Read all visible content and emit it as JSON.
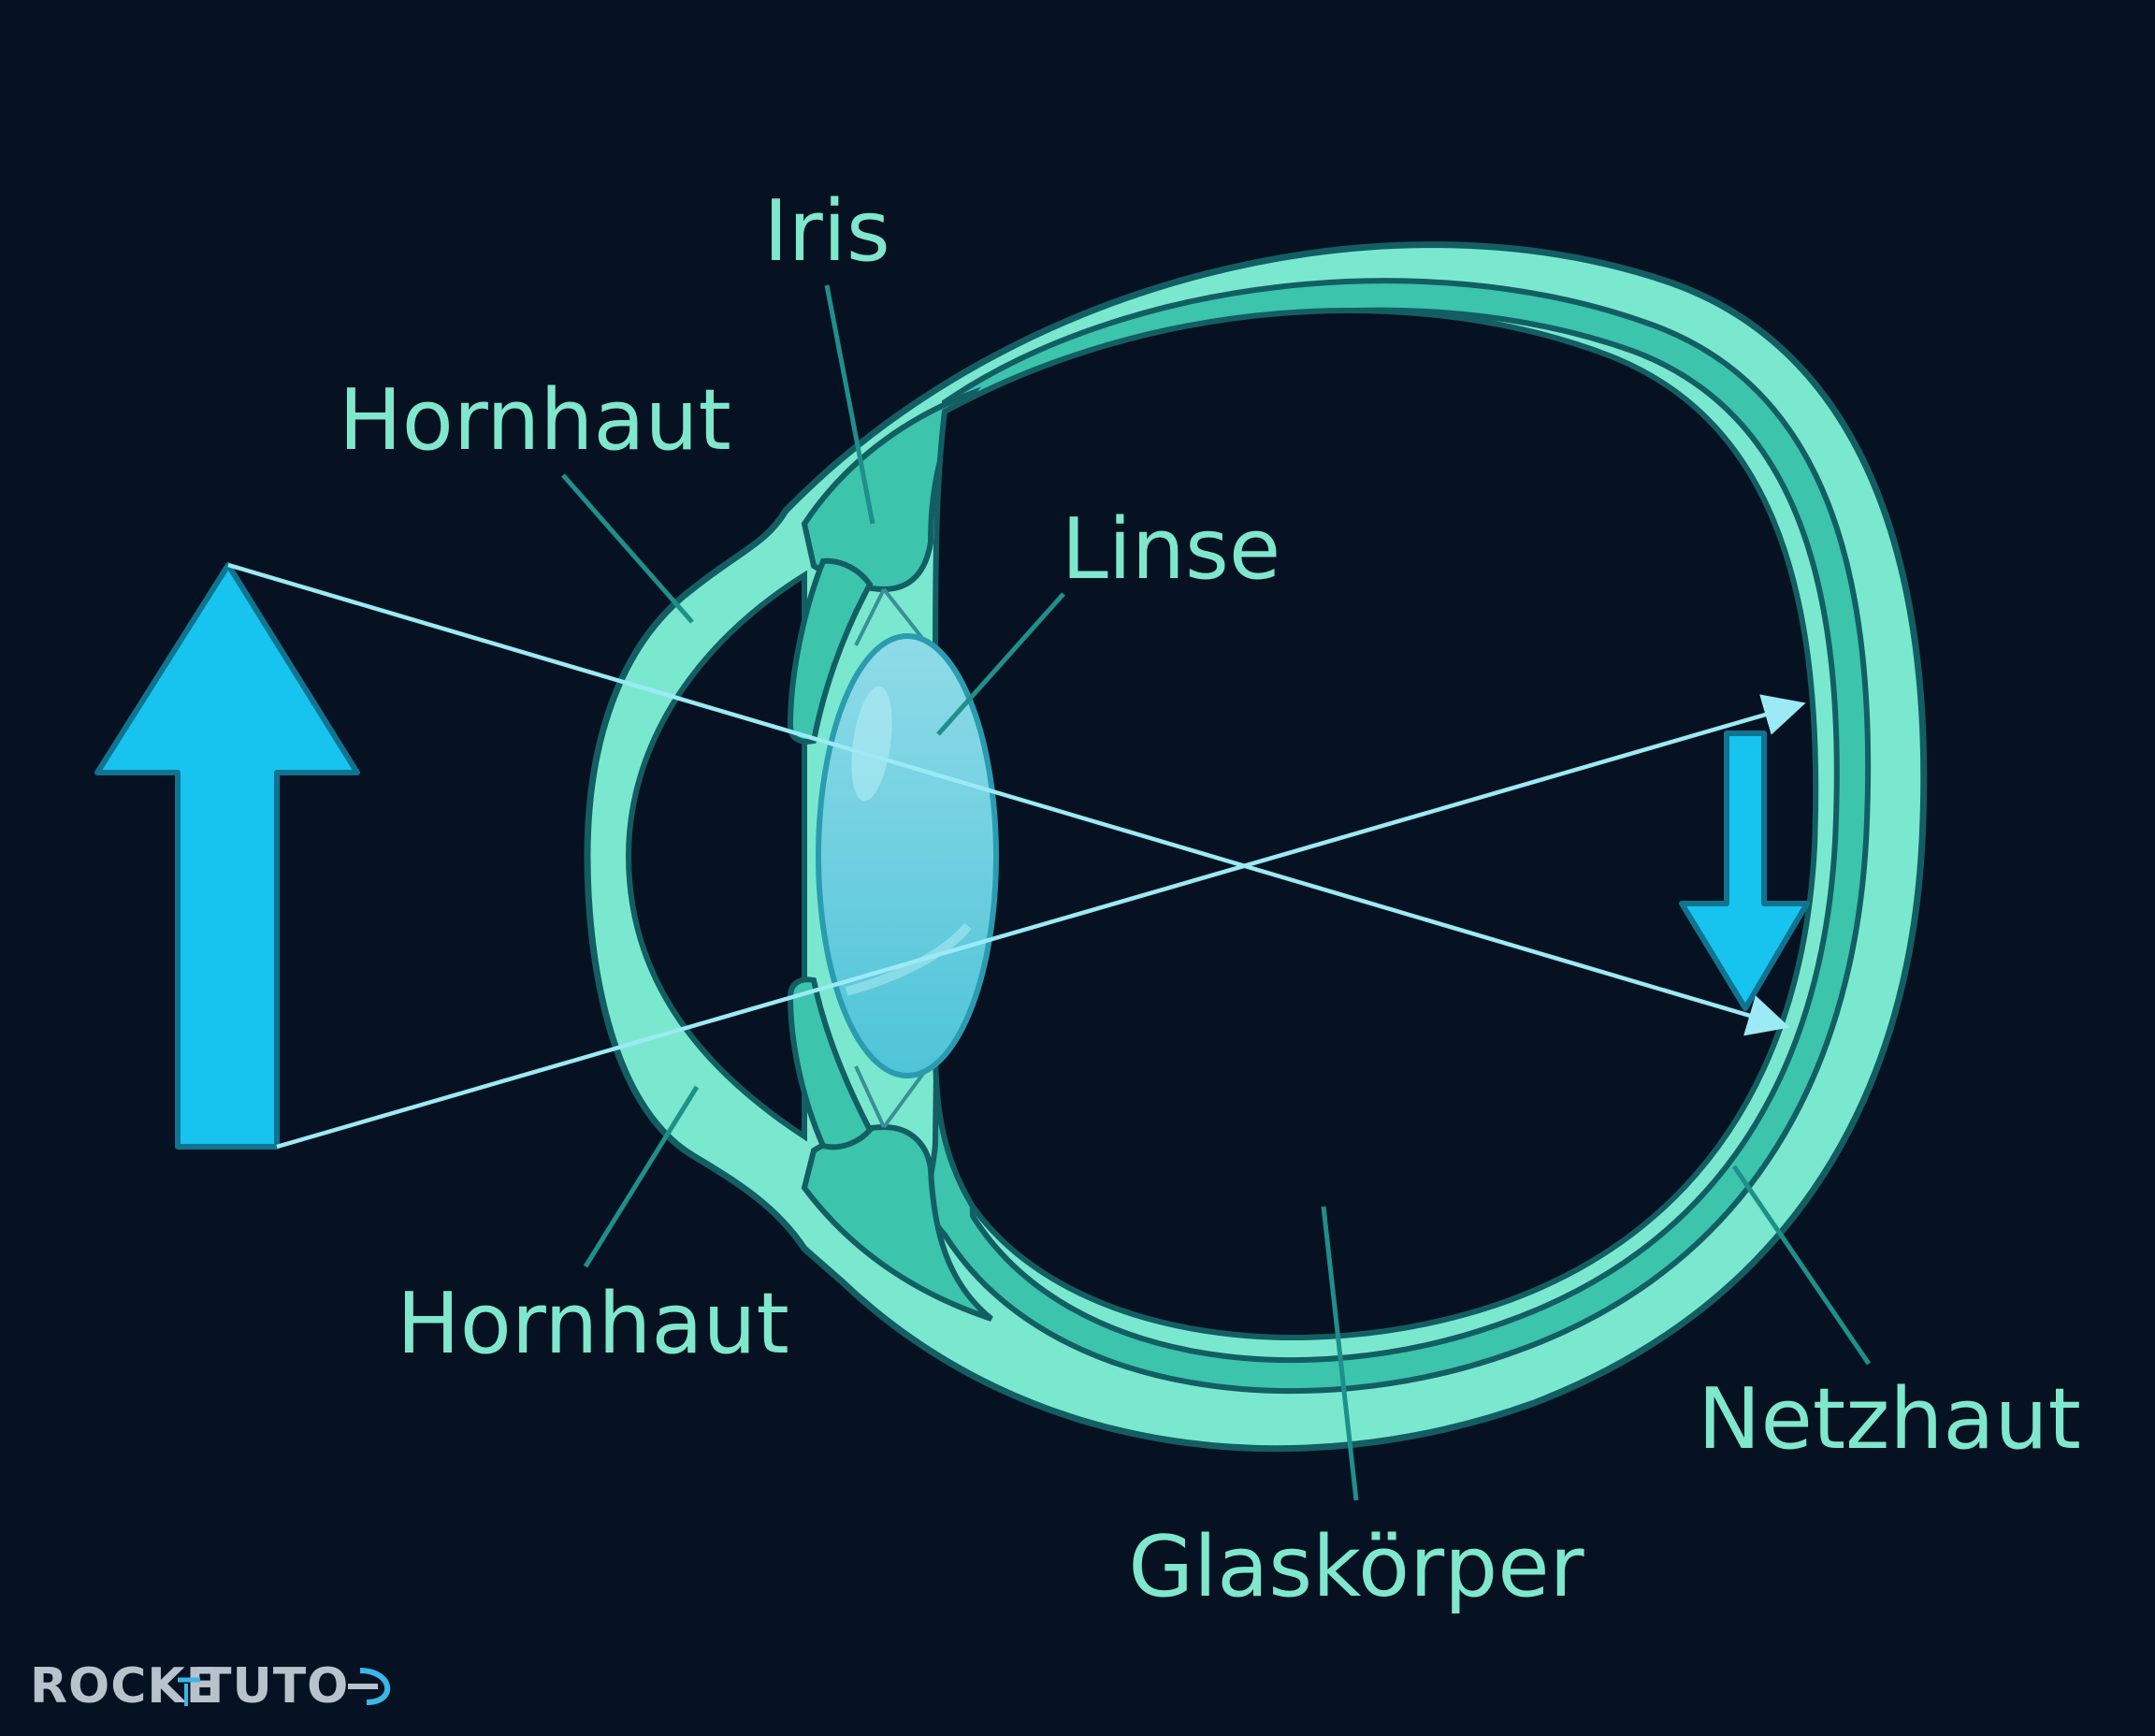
{
  "labels": {
    "iris": "Iris",
    "cornea_top": "Hornhaut",
    "lens": "Linse",
    "cornea_bottom": "Hornhaut",
    "retina": "Netzhaut",
    "vitreous_body": "Glaskörper"
  },
  "logo": {
    "text": "ROCKETTUTOR"
  },
  "colors": {
    "background": "#061221",
    "eye_outer": "#7ae8cf",
    "eye_inner": "#3cc4ad",
    "outline": "#135e63",
    "lens": "#6ccfe0",
    "object_arrow": "#17c3ef",
    "image_arrow": "#17c3ef",
    "ray": "#9beaf5",
    "label": "#7fe8cc"
  }
}
